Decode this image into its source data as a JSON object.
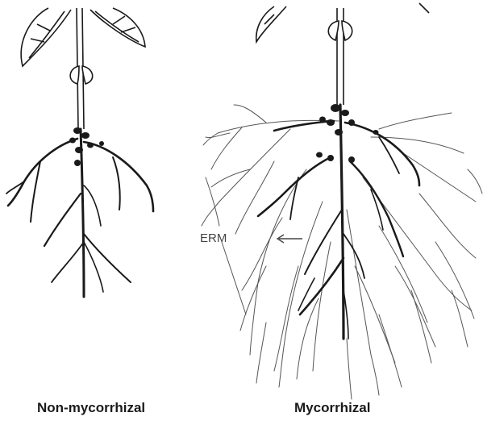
{
  "labels": {
    "left_caption": "Non-mycorrhizal",
    "right_caption": "Mycorrhizal",
    "hyphae_label": "ERM"
  },
  "colors": {
    "root": "#1a1a1a",
    "hyphae": "#555555",
    "leaf": "#1a1a1a",
    "background": "#ffffff"
  }
}
